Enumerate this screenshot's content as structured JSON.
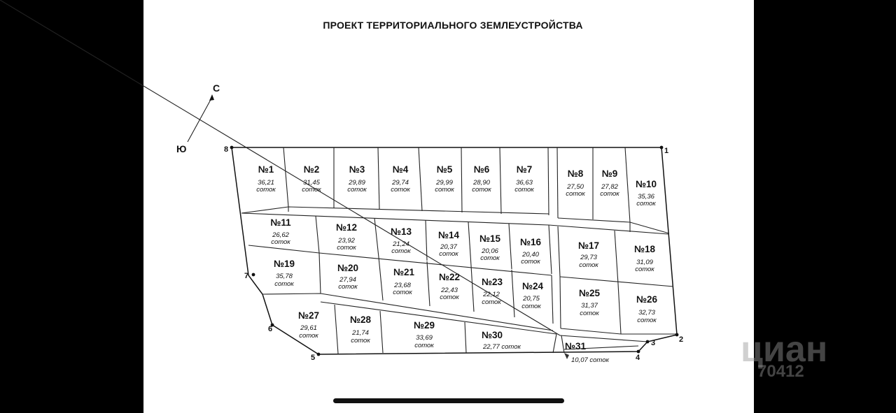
{
  "title": "ПРОЕКТ ТЕРРИТОРИАЛЬНОГО ЗЕМЛЕУСТРОЙСТВА",
  "compass": {
    "north": "С",
    "south": "Ю"
  },
  "vertices": [
    "1",
    "2",
    "3",
    "4",
    "5",
    "6",
    "7",
    "8"
  ],
  "plots": [
    {
      "num": "№1",
      "area": "36,21",
      "unit": "соток"
    },
    {
      "num": "№2",
      "area": "31,45",
      "unit": "соток"
    },
    {
      "num": "№3",
      "area": "29,89",
      "unit": "соток"
    },
    {
      "num": "№4",
      "area": "29,74",
      "unit": "соток"
    },
    {
      "num": "№5",
      "area": "29,99",
      "unit": "соток"
    },
    {
      "num": "№6",
      "area": "28,90",
      "unit": "соток"
    },
    {
      "num": "№7",
      "area": "36,63",
      "unit": "соток"
    },
    {
      "num": "№8",
      "area": "27,50",
      "unit": "соток"
    },
    {
      "num": "№9",
      "area": "27,82",
      "unit": "соток"
    },
    {
      "num": "№10",
      "area": "35,36",
      "unit": "соток"
    },
    {
      "num": "№11",
      "area": "26,62",
      "unit": "соток"
    },
    {
      "num": "№12",
      "area": "23,92",
      "unit": "соток"
    },
    {
      "num": "№13",
      "area": "21,24",
      "unit": "соток"
    },
    {
      "num": "№14",
      "area": "20,37",
      "unit": "соток"
    },
    {
      "num": "№15",
      "area": "20,06",
      "unit": "соток"
    },
    {
      "num": "№16",
      "area": "20,40",
      "unit": "соток"
    },
    {
      "num": "№17",
      "area": "29,73",
      "unit": "соток"
    },
    {
      "num": "№18",
      "area": "31,09",
      "unit": "соток"
    },
    {
      "num": "№19",
      "area": "35,78",
      "unit": "соток"
    },
    {
      "num": "№20",
      "area": "27,94",
      "unit": "соток"
    },
    {
      "num": "№21",
      "area": "23,68",
      "unit": "соток"
    },
    {
      "num": "№22",
      "area": "22,43",
      "unit": "соток"
    },
    {
      "num": "№23",
      "area": "22,12",
      "unit": "соток"
    },
    {
      "num": "№24",
      "area": "20,75",
      "unit": "соток"
    },
    {
      "num": "№25",
      "area": "31,37",
      "unit": "соток"
    },
    {
      "num": "№26",
      "area": "32,73",
      "unit": "соток"
    },
    {
      "num": "№27",
      "area": "29,61",
      "unit": "соток"
    },
    {
      "num": "№28",
      "area": "21,74",
      "unit": "соток"
    },
    {
      "num": "№29",
      "area": "33,69",
      "unit": "соток"
    },
    {
      "num": "№30",
      "area": "22,77 соток",
      "unit": ""
    },
    {
      "num": "№31",
      "area": "10,07 соток",
      "unit": ""
    }
  ],
  "watermark": {
    "brand": "циан",
    "id": "70412"
  }
}
